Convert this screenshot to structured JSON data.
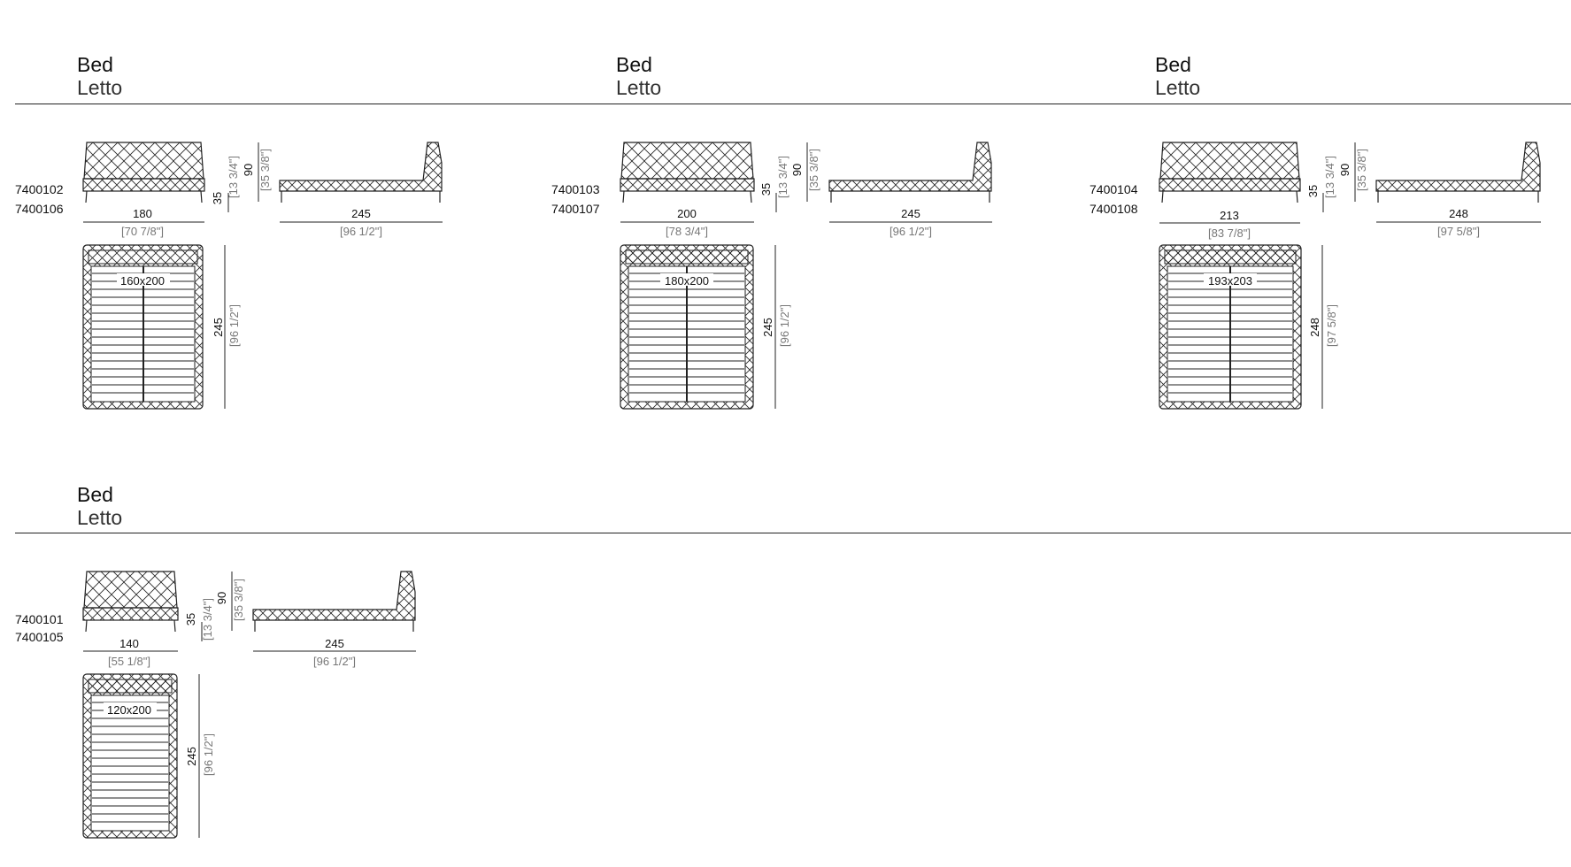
{
  "sections": [
    {
      "title_en": "Bed",
      "title_it": "Letto",
      "codes": [
        "7400102",
        "7400106"
      ],
      "width": "180",
      "width_in": "[70 7/8\"]",
      "length": "245",
      "length_in": "[96 1/2\"]",
      "seat_h": "35",
      "seat_h_in": "[13 3/4\"]",
      "head_h": "90",
      "head_h_in": "[35 3/8\"]",
      "mattress": "160x200"
    },
    {
      "title_en": "Bed",
      "title_it": "Letto",
      "codes": [
        "7400103",
        "7400107"
      ],
      "width": "200",
      "width_in": "[78 3/4\"]",
      "length": "245",
      "length_in": "[96 1/2\"]",
      "seat_h": "35",
      "seat_h_in": "[13 3/4\"]",
      "head_h": "90",
      "head_h_in": "[35 3/8\"]",
      "mattress": "180x200"
    },
    {
      "title_en": "Bed",
      "title_it": "Letto",
      "codes": [
        "7400104",
        "7400108"
      ],
      "width": "213",
      "width_in": "[83 7/8\"]",
      "length": "248",
      "length_in": "[97 5/8\"]",
      "seat_h": "35",
      "seat_h_in": "[13 3/4\"]",
      "head_h": "90",
      "head_h_in": "[35 3/8\"]",
      "mattress": "193x203"
    },
    {
      "title_en": "Bed",
      "title_it": "Letto",
      "codes": [
        "7400101",
        "7400105"
      ],
      "width": "140",
      "width_in": "[55 1/8\"]",
      "length": "245",
      "length_in": "[96 1/2\"]",
      "seat_h": "35",
      "seat_h_in": "[13 3/4\"]",
      "head_h": "90",
      "head_h_in": "[35 3/8\"]",
      "mattress": "120x200"
    }
  ]
}
